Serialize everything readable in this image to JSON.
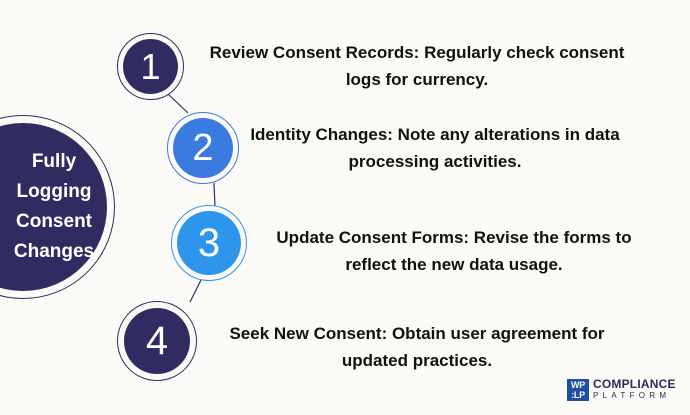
{
  "hub": {
    "title_lines": [
      "Fully",
      "Logging",
      "Consent",
      "Changes"
    ],
    "color": "#302c61"
  },
  "steps": [
    {
      "number": "1",
      "line1": "Review Consent Records: Regularly check consent",
      "line2": "logs for currency.",
      "color": "#302c61",
      "ring": "#302c61"
    },
    {
      "number": "2",
      "line1": "Identity Changes: Note any alterations in data",
      "line2": "processing activities.",
      "color": "#3a7be0",
      "ring": "#3a7be0"
    },
    {
      "number": "3",
      "line1": "Update Consent Forms: Revise the forms to",
      "line2": "reflect the new data usage.",
      "color": "#2d96ec",
      "ring": "#2d96ec"
    },
    {
      "number": "4",
      "line1": "Seek New Consent: Obtain user agreement for",
      "line2": "updated practices.",
      "color": "#302c61",
      "ring": "#302c61"
    }
  ],
  "logo": {
    "box_line1": "WP",
    "box_line2": ":LP",
    "title": "COMPLIANCE",
    "subtitle": "PLATFORM",
    "color": "#1d4fa3"
  }
}
